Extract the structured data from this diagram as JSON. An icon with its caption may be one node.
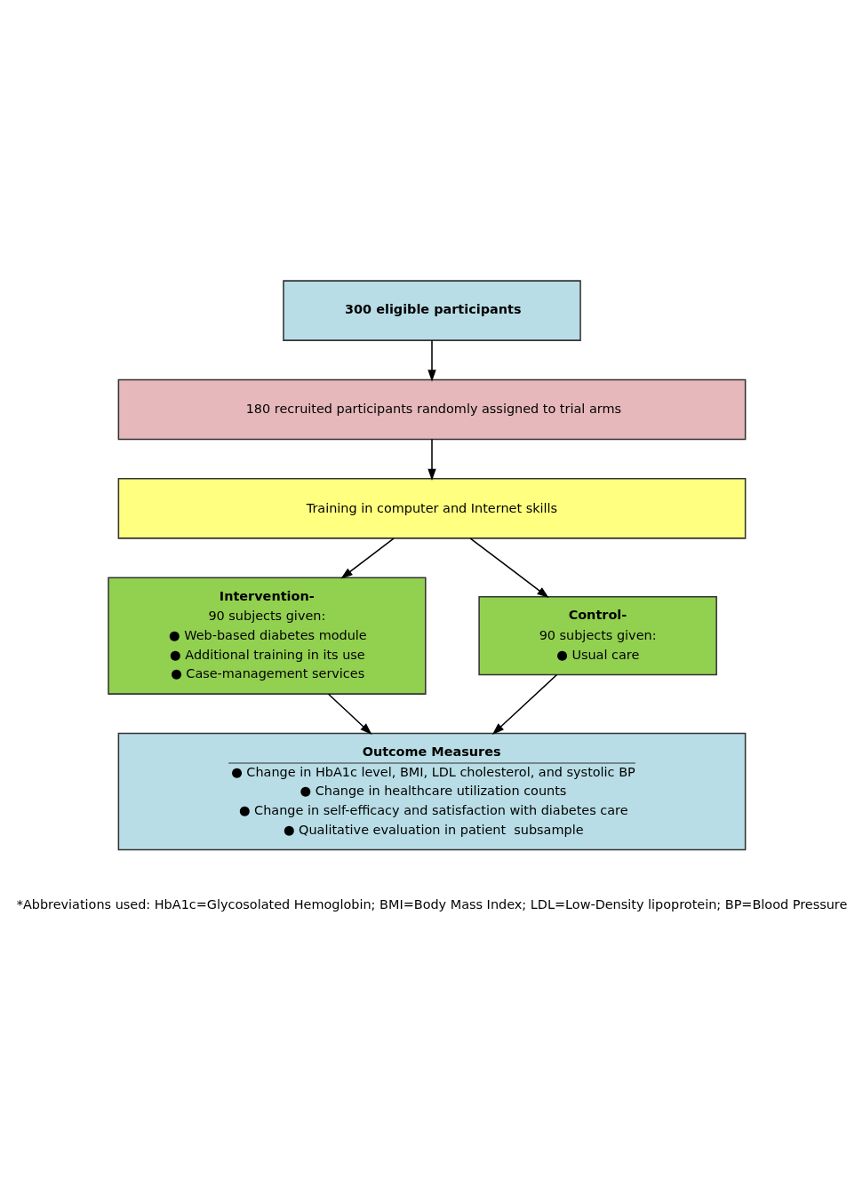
{
  "diagram": {
    "nodes": [
      {
        "text": [
          "300 eligible participants"
        ]
      },
      {
        "text": [
          "180 recruited participants randomly assigned to trial arms"
        ]
      },
      {
        "text": [
          "Training in computer and Internet skills"
        ]
      },
      {
        "text": [
          "Intervention-",
          "90 subjects given:",
          "● Web-based diabetes module",
          "● Additional training in its use",
          "● Case-management services"
        ]
      },
      {
        "text": [
          "Control-",
          "90 subjects given:",
          "● Usual care"
        ]
      },
      {
        "text": [
          "Outcome Measures",
          "● Change in HbA1c level, BMI, LDL cholesterol, and systolic BP",
          "● Change in healthcare utilization counts",
          "● Change in self-efficacy and satisfaction with diabetes care",
          "● Qualitative evaluation in patient  subsample"
        ]
      }
    ],
    "edges": [
      {
        "from": 0,
        "to": 1,
        "arrow": "to"
      },
      {
        "from": 1,
        "to": 2,
        "arrow": "to"
      },
      {
        "from": 2,
        "to": 3,
        "arrow": "to"
      },
      {
        "from": 2,
        "to": 4,
        "arrow": "to"
      },
      {
        "from": 3,
        "to": 5,
        "arrow": "to"
      },
      {
        "from": 4,
        "to": 5,
        "arrow": "to"
      }
    ],
    "labels": [
      "*Abbreviations used: HbA1c=Glycosolated Hemoglobin; BMI=Body Mass Index; LDL=Low-Density lipoprotein; BP=Blood Pressure"
    ]
  }
}
